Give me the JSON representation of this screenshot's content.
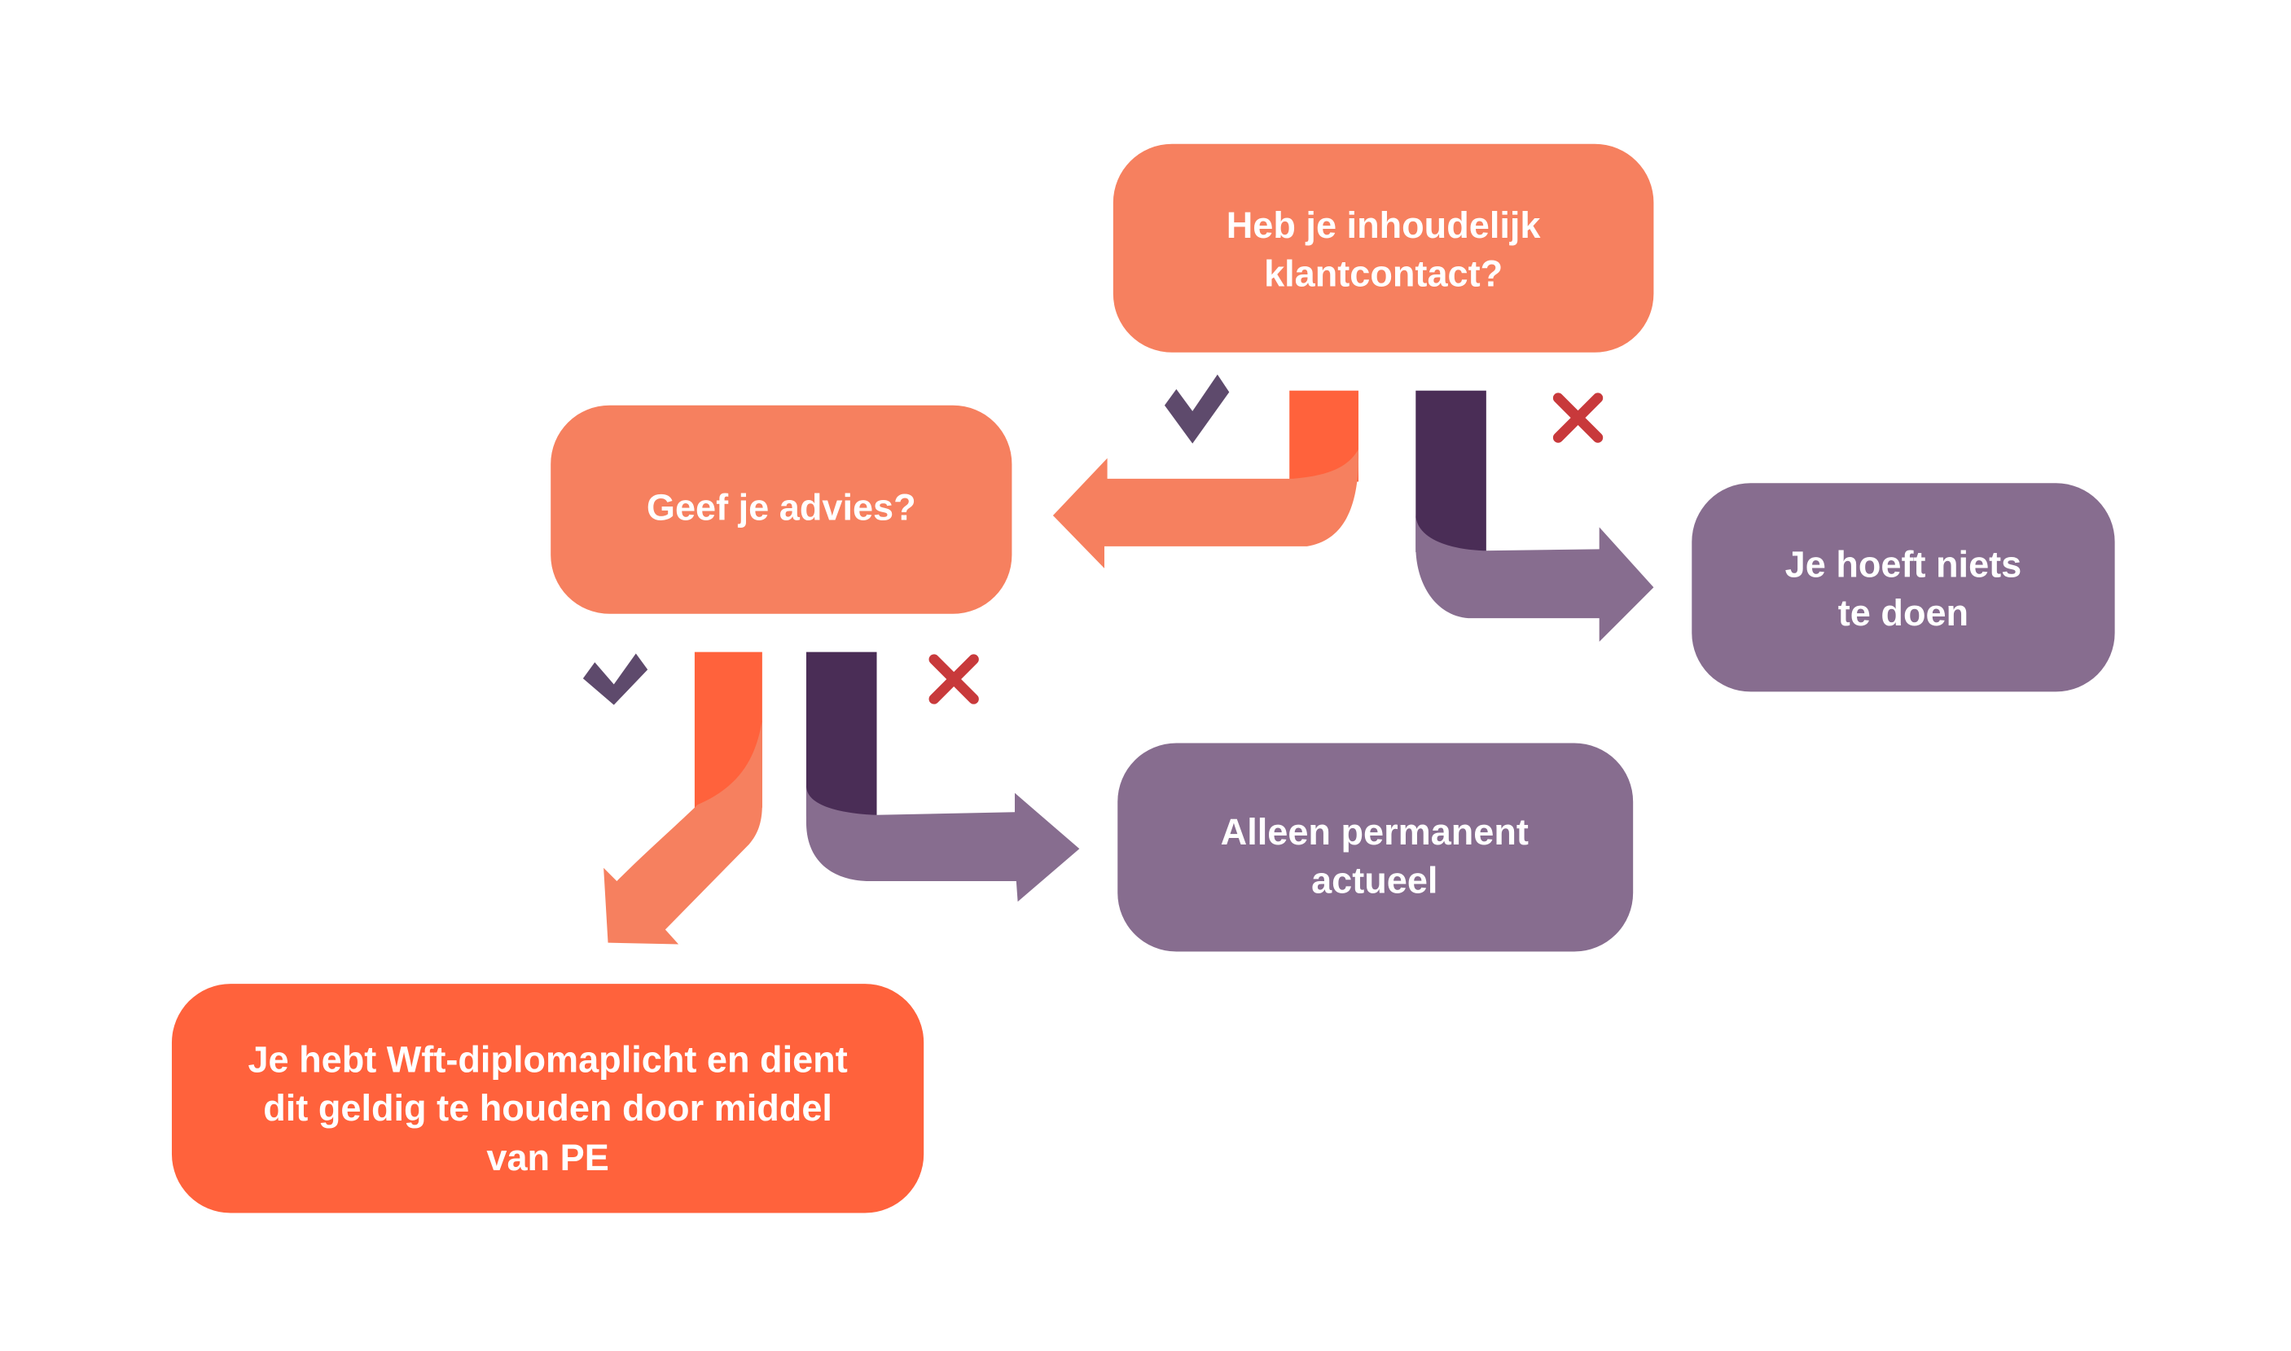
{
  "colors": {
    "question_box": "#F6805F",
    "result_orange": "#FF623C",
    "result_purple": "#876D8F",
    "stem_dark_purple": "#4A2D56",
    "check": "#5E4A6C",
    "cross": "#C8393B"
  },
  "nodes": {
    "q1": {
      "lines": [
        "Heb je inhoudelijk",
        "klantcontact?"
      ]
    },
    "q2": {
      "lines": [
        "Geef je advies?"
      ]
    },
    "no_action": {
      "lines": [
        "Je hoeft niets",
        "te doen"
      ]
    },
    "permanent": {
      "lines": [
        "Alleen permanent",
        "actueel"
      ]
    },
    "diploma": {
      "lines": [
        "Je hebt Wft-diplomaplicht en dient",
        "dit geldig te houden door middel",
        "van PE"
      ]
    }
  },
  "icons": {
    "yes": "check-icon",
    "no": "cross-icon"
  }
}
